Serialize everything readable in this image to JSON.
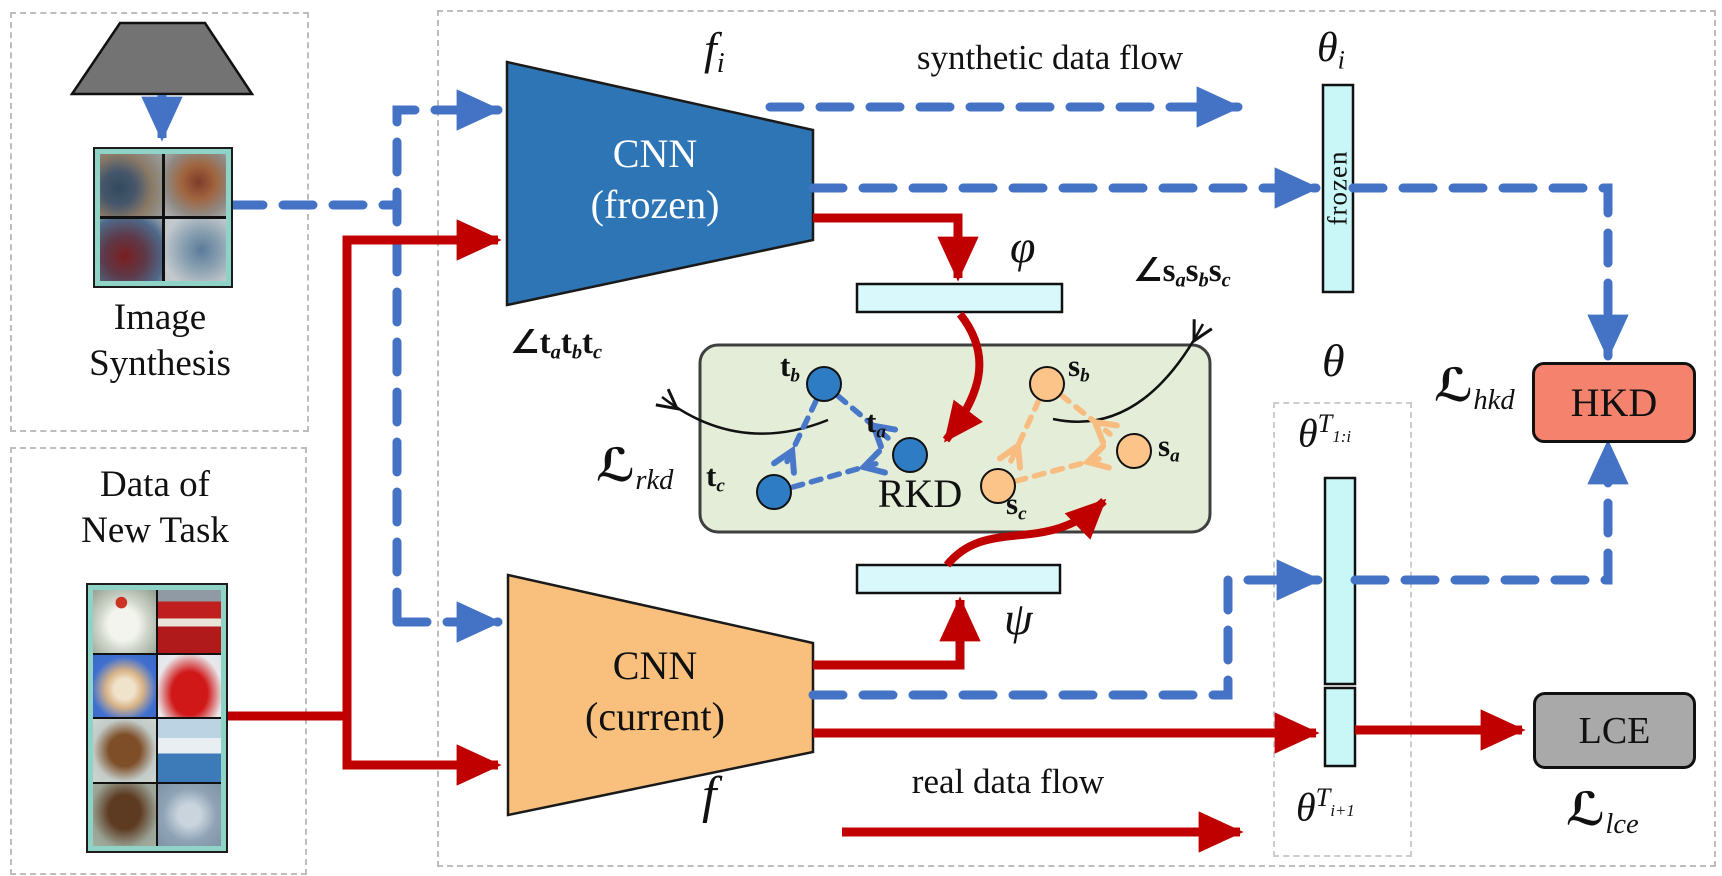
{
  "figure": {
    "type": "method-diagram",
    "description": "Continual learning framework with image synthesis, frozen and current CNNs, RKD relational distillation, HKD and LCE losses"
  },
  "colors": {
    "synthetic_flow_blue": "#4472c4",
    "real_flow_red": "#c00000",
    "cnn_frozen_fill": "#2e75b6",
    "cnn_current_fill": "#f9c07d",
    "rkd_box_fill": "#e4edd8",
    "projection_bar_fill": "#d9f8fb",
    "theta_bar_fill": "#c9f6f6",
    "hkd_fill": "#f5826d",
    "lce_fill": "#a9a9a9",
    "teacher_dot_fill": "#2e7cc3",
    "student_dot_fill": "#fcc488"
  },
  "panels": {
    "image_synthesis": {
      "title_line1": "Image",
      "title_line2": "Synthesis"
    },
    "new_task": {
      "title_line1": "Data of",
      "title_line2": "New Task"
    }
  },
  "legend": {
    "synthetic": "synthetic data flow",
    "real": "real data flow"
  },
  "cnn_frozen": {
    "line1": "CNN",
    "line2": "(frozen)",
    "label_base": "f",
    "label_sub": "i"
  },
  "cnn_current": {
    "line1": "CNN",
    "line2": "(current)",
    "label": "f"
  },
  "projections": {
    "phi": "φ",
    "psi": "ψ"
  },
  "rkd_box": {
    "title": "RKD"
  },
  "points": {
    "t_a": {
      "base": "t",
      "sub": "a"
    },
    "t_b": {
      "base": "t",
      "sub": "b"
    },
    "t_c": {
      "base": "t",
      "sub": "c"
    },
    "s_a": {
      "base": "s",
      "sub": "a"
    },
    "s_b": {
      "base": "s",
      "sub": "b"
    },
    "s_c": {
      "base": "s",
      "sub": "c"
    }
  },
  "angles": {
    "teacher": {
      "pre": "∠",
      "p1": {
        "base": "t",
        "sub": "a"
      },
      "p2": {
        "base": "t",
        "sub": "b"
      },
      "p3": {
        "base": "t",
        "sub": "c"
      }
    },
    "student": {
      "pre": "∠",
      "p1": {
        "base": "s",
        "sub": "a"
      },
      "p2": {
        "base": "s",
        "sub": "b"
      },
      "p3": {
        "base": "s",
        "sub": "c"
      }
    }
  },
  "losses": {
    "rkd": {
      "l": "ℒ",
      "sub": "rkd"
    },
    "hkd": {
      "l": "ℒ",
      "sub": "hkd"
    },
    "lce": {
      "l": "ℒ",
      "sub": "lce"
    }
  },
  "theta": {
    "frozen_head": {
      "base": "θ",
      "sub": "i"
    },
    "frozen_bar_text": "frozen",
    "current_head": "θ",
    "old_tasks": {
      "base": "θ",
      "sup": "T",
      "supsub": "1:i"
    },
    "new_task": {
      "base": "θ",
      "sup": "T",
      "supsub": "i+1"
    }
  },
  "boxes": {
    "hkd": "HKD",
    "lce": "LCE"
  },
  "images": {
    "synthetic": [
      "synthetic-1",
      "synthetic-2",
      "synthetic-3",
      "synthetic-4"
    ],
    "real": [
      "rooster",
      "fire-truck",
      "puppy",
      "red-car",
      "deer",
      "boat",
      "horse",
      "seaplane"
    ]
  }
}
